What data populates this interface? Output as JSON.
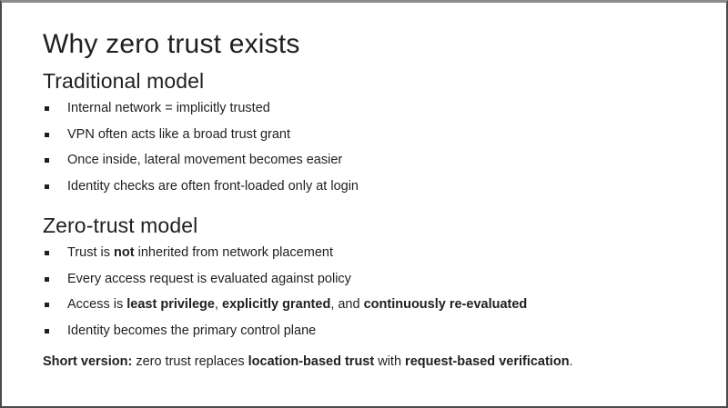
{
  "slide": {
    "title": "Why zero trust exists",
    "sections": [
      {
        "heading": "Traditional model",
        "bullets": [
          [
            {
              "text": "Internal network = implicitly trusted",
              "bold": false
            }
          ],
          [
            {
              "text": "VPN often acts like a broad trust grant",
              "bold": false
            }
          ],
          [
            {
              "text": "Once inside, lateral movement becomes easier",
              "bold": false
            }
          ],
          [
            {
              "text": "Identity checks are often front-loaded only at login",
              "bold": false
            }
          ]
        ]
      },
      {
        "heading": "Zero-trust model",
        "bullets": [
          [
            {
              "text": "Trust is ",
              "bold": false
            },
            {
              "text": "not",
              "bold": true
            },
            {
              "text": " inherited from network placement",
              "bold": false
            }
          ],
          [
            {
              "text": "Every access request is evaluated against policy",
              "bold": false
            }
          ],
          [
            {
              "text": "Access is ",
              "bold": false
            },
            {
              "text": "least privilege",
              "bold": true
            },
            {
              "text": ", ",
              "bold": false
            },
            {
              "text": "explicitly granted",
              "bold": true
            },
            {
              "text": ", and ",
              "bold": false
            },
            {
              "text": "continuously re-evaluated",
              "bold": true
            }
          ],
          [
            {
              "text": "Identity becomes the primary control plane",
              "bold": false
            }
          ]
        ]
      }
    ],
    "footer": [
      {
        "text": "Short version:",
        "bold": true
      },
      {
        "text": " zero trust replaces ",
        "bold": false
      },
      {
        "text": "location-based trust",
        "bold": true
      },
      {
        "text": " with ",
        "bold": false
      },
      {
        "text": "request-based verification",
        "bold": true
      },
      {
        "text": ".",
        "bold": false
      }
    ]
  },
  "colors": {
    "background": "#ffffff",
    "text": "#1f1f1f",
    "bullet": "#1f1f1f",
    "border_top": "#8c8c8c",
    "border_side": "#4a4a4a"
  }
}
